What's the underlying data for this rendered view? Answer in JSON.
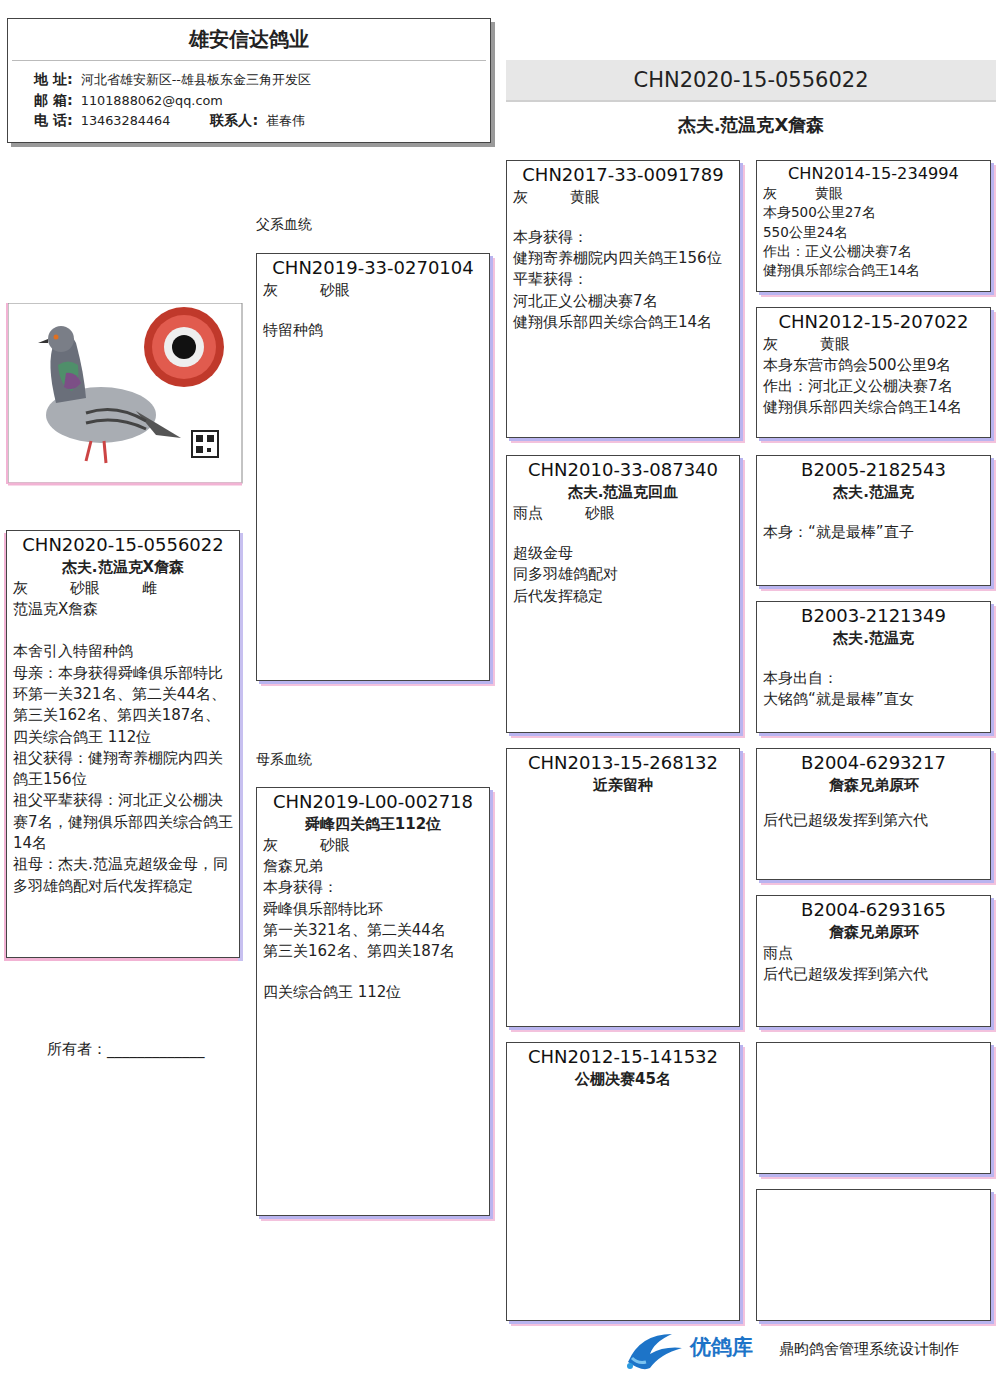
{
  "diagram": {
    "nodes": [
      {
        "text": [
          "雄安信达鸽业",
          "地 址:",
          "河北省雄安新区--雄县板东金三角开发区",
          "邮 箱:",
          "1101888062@qq.com",
          "电 话:",
          "13463284464",
          "联系人:",
          "崔春伟"
        ]
      },
      {
        "text": [
          "CHN2020-15-0556022",
          "杰夫.范温克X詹森"
        ]
      },
      {
        "text": [
          "CHN2020-15-0556022",
          "杰夫.范温克X詹森",
          "灰",
          "砂眼",
          "雌",
          "范温克X詹森",
          "本舍引入特留种鸽",
          "母亲：本身获得舜峰俱乐部特比环第一关321名、第二关44名、第三关162名、第四关187名、四关综合鸽王 112位",
          "祖父获得：健翔寄养棚院内四关鸽王156位",
          "祖父平辈获得：河北正义公棚决赛7名，健翔俱乐部四关综合鸽王14名",
          "祖母：杰夫.范温克超级金母，同多羽雄鸽配对后代发挥稳定"
        ]
      },
      {
        "text": [
          "CHN2019-33-0270104",
          "灰",
          "砂眼",
          "特留种鸽"
        ]
      },
      {
        "text": [
          "CHN2017-33-0091789",
          "灰",
          "黄眼",
          "本身获得：",
          "健翔寄养棚院内四关鸽王156位",
          "平辈获得：",
          "河北正义公棚决赛7名",
          "健翔俱乐部四关综合鸽王14名"
        ]
      },
      {
        "text": [
          "CHN2014-15-234994",
          "灰",
          "黄眼",
          "本身500公里27名",
          "550公里24名",
          "作出：正义公棚决赛7名",
          "健翔俱乐部综合鸽王14名"
        ]
      },
      {
        "text": [
          "CHN2012-15-207022",
          "灰",
          "黄眼",
          "本身东营市鸽会500公里9名",
          "作出：河北正义公棚决赛7名",
          "健翔俱乐部四关综合鸽王14名"
        ]
      },
      {
        "text": [
          "CHN2010-33-087340",
          "杰夫.范温克回血",
          "雨点",
          "砂眼",
          "超级金母",
          "同多羽雄鸽配对",
          "后代发挥稳定"
        ]
      },
      {
        "text": [
          "B2005-2182543",
          "杰夫.范温克",
          "本身：“就是最棒”直子"
        ]
      },
      {
        "text": [
          "B2003-2121349",
          "杰夫.范温克",
          "本身出自：",
          "大铭鸽“就是最棒”直女"
        ]
      },
      {
        "text": [
          "CHN2019-L00-002718",
          "舜峰四关鸽王112位",
          "灰",
          "砂眼",
          "詹森兄弟",
          "本身获得：",
          "舜峰俱乐部特比环",
          "第一关321名、第二关44名",
          "第三关162名、第四关187名",
          "四关综合鸽王 112位"
        ]
      },
      {
        "text": [
          "CHN2013-15-268132",
          "近亲留种"
        ]
      },
      {
        "text": [
          "B2004-6293217",
          "詹森兄弟原环",
          "后代已超级发挥到第六代"
        ]
      },
      {
        "text": [
          "B2004-6293165",
          "詹森兄弟原环",
          "雨点",
          "后代已超级发挥到第六代"
        ]
      },
      {
        "text": [
          "CHN2012-15-141532",
          "公棚决赛45名"
        ]
      }
    ],
    "labels": [
      "父系血统",
      "母系血统",
      "所有者：_____________",
      "优鸽库",
      "鼎昀鸽舍管理系统设计制作"
    ]
  }
}
